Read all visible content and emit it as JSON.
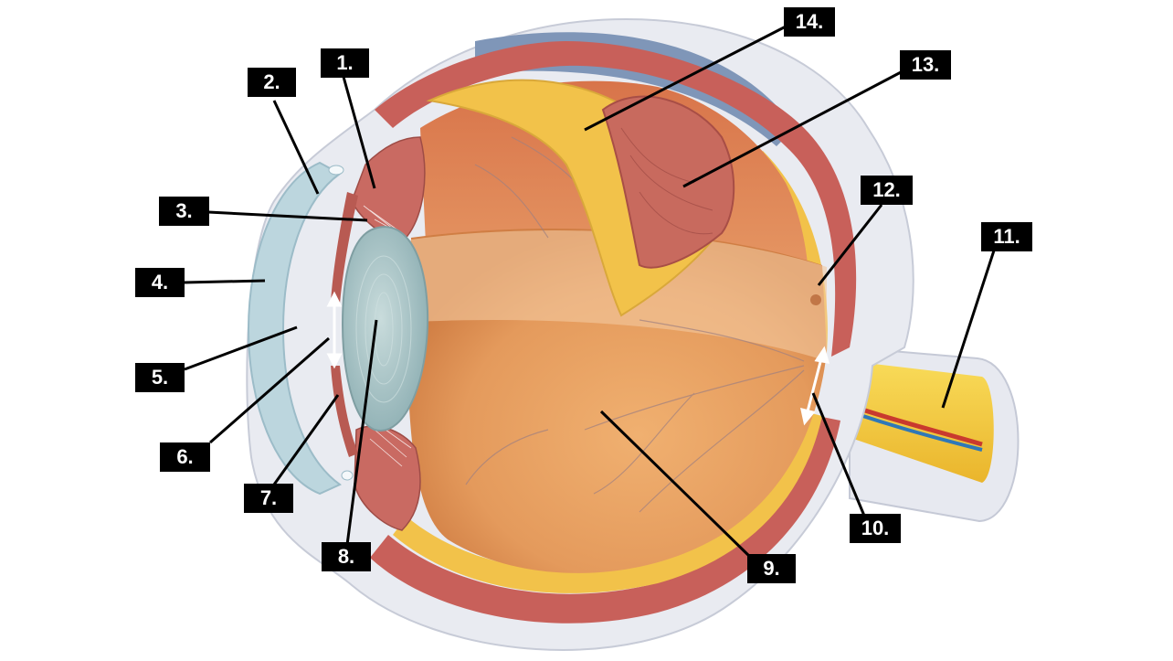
{
  "labels": [
    {
      "id": "1",
      "text": "1."
    },
    {
      "id": "2",
      "text": "2."
    },
    {
      "id": "3",
      "text": "3."
    },
    {
      "id": "4",
      "text": "4."
    },
    {
      "id": "5",
      "text": "5."
    },
    {
      "id": "6",
      "text": "6."
    },
    {
      "id": "7",
      "text": "7."
    },
    {
      "id": "8",
      "text": "8."
    },
    {
      "id": "9",
      "text": "9."
    },
    {
      "id": "10",
      "text": "10."
    },
    {
      "id": "11",
      "text": "11."
    },
    {
      "id": "12",
      "text": "12."
    },
    {
      "id": "13",
      "text": "13."
    },
    {
      "id": "14",
      "text": "14."
    }
  ],
  "colors": {
    "sclera": "#e6e8ef",
    "sclera_edge": "#c8ccd8",
    "choroid": "#c8605a",
    "retina": "#f2c24a",
    "vitreous": "#e8a060",
    "interior_cut": "#7f96b8",
    "cornea": "#b9d3dc",
    "lens": "#a9c3c6",
    "optic_nerve": "#f5cf3e",
    "label_bg": "#000000",
    "label_text": "#ffffff"
  }
}
